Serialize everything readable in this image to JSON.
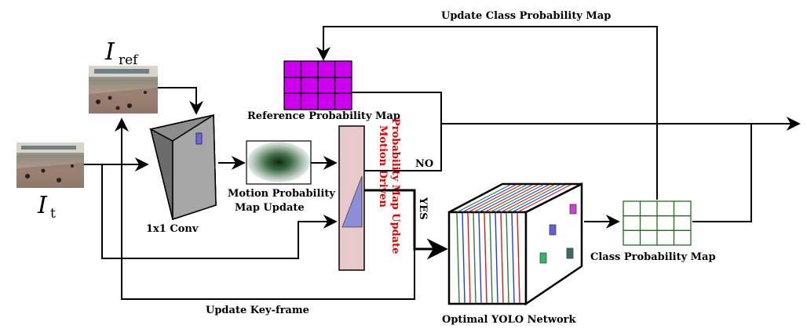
{
  "labels": {
    "update_class_prob_map": "Update Class Probability Map",
    "reference_prob_map": "Reference Probability Map",
    "motion_prob_map_update_l1": "Motion Probability",
    "motion_prob_map_update_l2": "Map Update",
    "conv": "1x1 Conv",
    "motion_driven_l1": "Motion Driven",
    "motion_driven_l2": "Probability Map Update",
    "no": "NO",
    "yes": "YES",
    "class_prob_map": "Class Probability Map",
    "optimal_yolo": "Optimal YOLO Network",
    "update_keyframe": "Update Key-frame",
    "iref_main": "I",
    "iref_sub": "ref",
    "it_main": "I",
    "it_sub": "t"
  },
  "colors": {
    "reference_grid": "#cc00ee",
    "class_grid": "#1f6b1f",
    "decision_block": "#e8c9c9",
    "conv_block": "#9e9e9e",
    "motion_text": "#e00000"
  },
  "yolo_stripe_colors": [
    "#2e7d32",
    "#1e3fd8",
    "#d81b1b",
    "#2e7d32",
    "#1e3fd8",
    "#d81b1b",
    "#2e7d32",
    "#1e3fd8",
    "#d81b1b",
    "#2e7d32",
    "#1e3fd8",
    "#d81b1b"
  ]
}
